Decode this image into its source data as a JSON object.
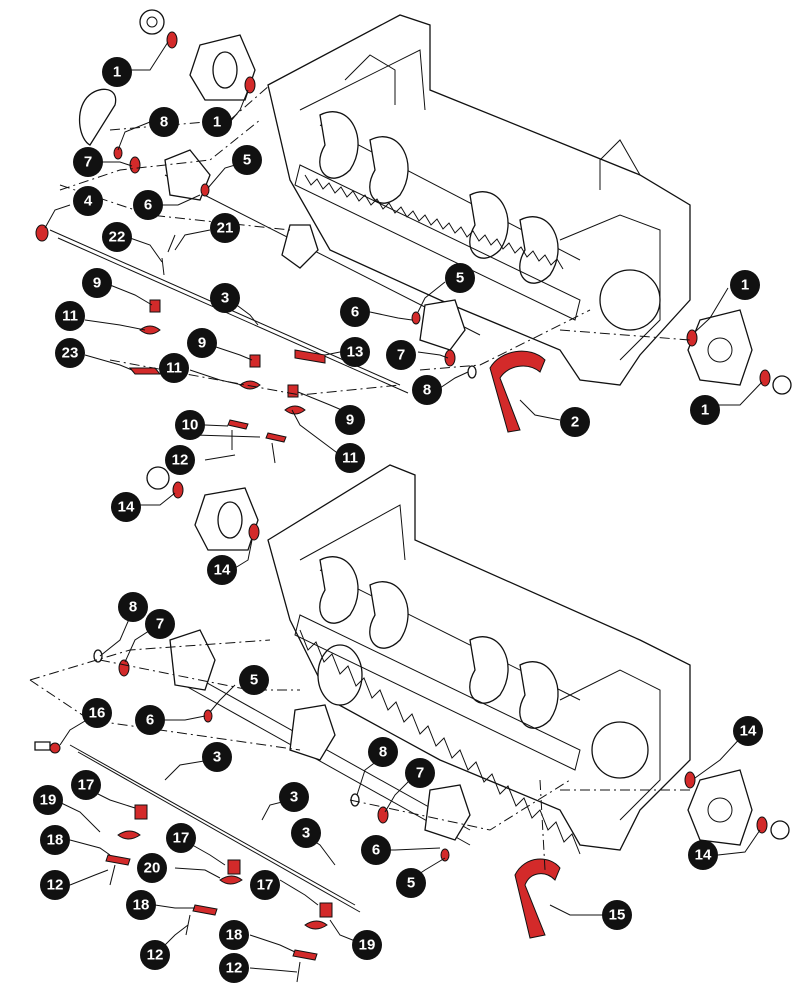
{
  "diagram": {
    "assemblies": [
      "upper",
      "lower"
    ],
    "colors": {
      "highlight": "#d32a2a",
      "line": "#111111",
      "callout": "#111111"
    },
    "callouts": [
      {
        "id": "c1a",
        "label": "1"
      },
      {
        "id": "c1b",
        "label": "1"
      },
      {
        "id": "c1c",
        "label": "1"
      },
      {
        "id": "c1d",
        "label": "1"
      },
      {
        "id": "c2",
        "label": "2"
      },
      {
        "id": "c3a",
        "label": "3"
      },
      {
        "id": "c3b",
        "label": "3"
      },
      {
        "id": "c3c",
        "label": "3"
      },
      {
        "id": "c3d",
        "label": "3"
      },
      {
        "id": "c4",
        "label": "4"
      },
      {
        "id": "c5a",
        "label": "5"
      },
      {
        "id": "c5b",
        "label": "5"
      },
      {
        "id": "c5c",
        "label": "5"
      },
      {
        "id": "c5d",
        "label": "5"
      },
      {
        "id": "c6a",
        "label": "6"
      },
      {
        "id": "c6b",
        "label": "6"
      },
      {
        "id": "c6c",
        "label": "6"
      },
      {
        "id": "c6d",
        "label": "6"
      },
      {
        "id": "c7a",
        "label": "7"
      },
      {
        "id": "c7b",
        "label": "7"
      },
      {
        "id": "c7c",
        "label": "7"
      },
      {
        "id": "c7d",
        "label": "7"
      },
      {
        "id": "c8a",
        "label": "8"
      },
      {
        "id": "c8b",
        "label": "8"
      },
      {
        "id": "c8c",
        "label": "8"
      },
      {
        "id": "c8d",
        "label": "8"
      },
      {
        "id": "c9a",
        "label": "9"
      },
      {
        "id": "c9b",
        "label": "9"
      },
      {
        "id": "c9c",
        "label": "9"
      },
      {
        "id": "c10",
        "label": "10"
      },
      {
        "id": "c11a",
        "label": "11"
      },
      {
        "id": "c11b",
        "label": "11"
      },
      {
        "id": "c11c",
        "label": "11"
      },
      {
        "id": "c12a",
        "label": "12"
      },
      {
        "id": "c12b",
        "label": "12"
      },
      {
        "id": "c12c",
        "label": "12"
      },
      {
        "id": "c12d",
        "label": "12"
      },
      {
        "id": "c13",
        "label": "13"
      },
      {
        "id": "c14a",
        "label": "14"
      },
      {
        "id": "c14b",
        "label": "14"
      },
      {
        "id": "c14c",
        "label": "14"
      },
      {
        "id": "c14d",
        "label": "14"
      },
      {
        "id": "c15",
        "label": "15"
      },
      {
        "id": "c16",
        "label": "16"
      },
      {
        "id": "c17a",
        "label": "17"
      },
      {
        "id": "c17b",
        "label": "17"
      },
      {
        "id": "c17c",
        "label": "17"
      },
      {
        "id": "c18a",
        "label": "18"
      },
      {
        "id": "c18b",
        "label": "18"
      },
      {
        "id": "c18c",
        "label": "18"
      },
      {
        "id": "c19a",
        "label": "19"
      },
      {
        "id": "c19b",
        "label": "19"
      },
      {
        "id": "c20",
        "label": "20"
      },
      {
        "id": "c21",
        "label": "21"
      },
      {
        "id": "c22",
        "label": "22"
      },
      {
        "id": "c23",
        "label": "23"
      }
    ]
  }
}
